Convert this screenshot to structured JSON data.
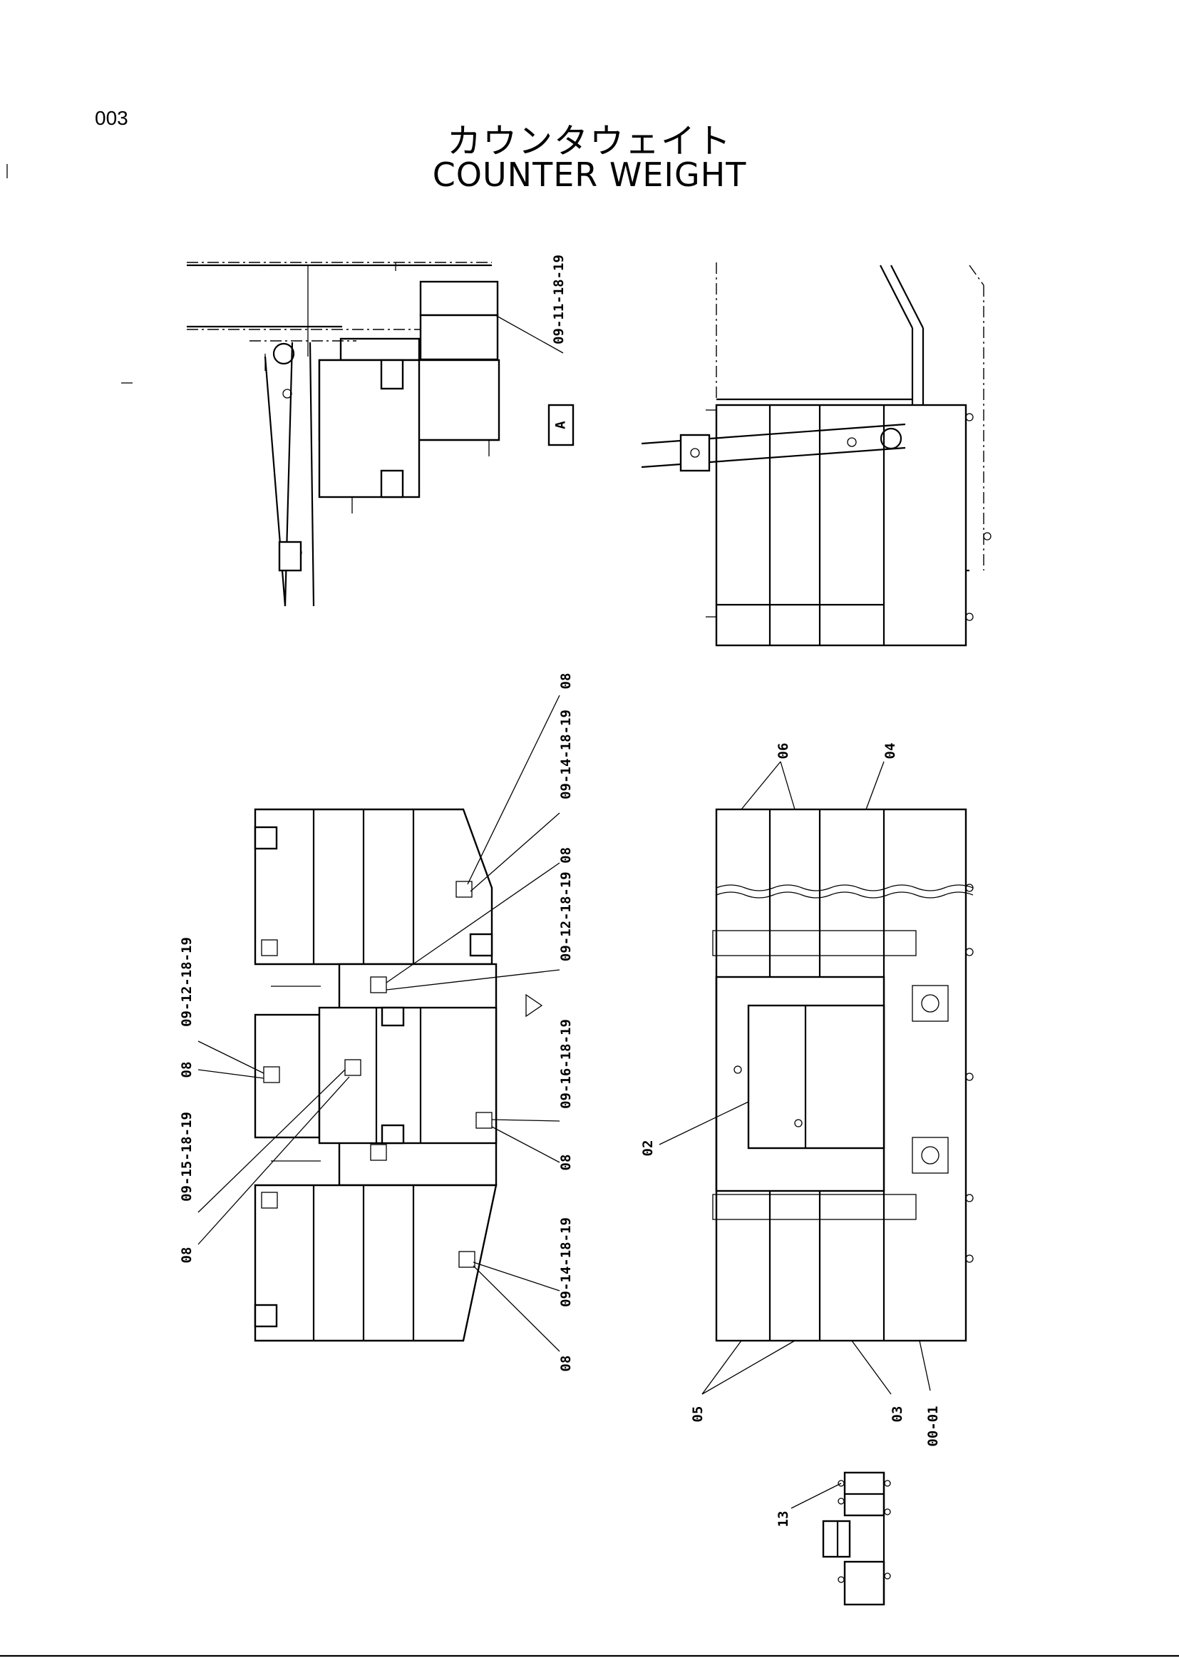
{
  "page_number": "003",
  "title_jp": "カウンタウェイト",
  "title_en": "COUNTER WEIGHT",
  "view_marker": "A",
  "callouts": {
    "top_left_09_11": "09-11-18-19",
    "mid_08_a": "08",
    "mid_09_14_a": "09-14-18-19",
    "mid_09_12_08": "09-12-18-19 08",
    "mid_09_12_b": "09-12-18-19",
    "mid_09_16": "09-16-18-19",
    "mid_08_c": "08",
    "mid_09_14_b": "09-14-18-19",
    "mid_08_d": "08",
    "left_09_12": "09-12-18-19",
    "left_08_a": "08",
    "left_09_15": "09-15-18-19",
    "left_08_b": "08",
    "right_06": "06",
    "right_04": "04",
    "right_02": "02",
    "right_05": "05",
    "right_03": "03",
    "right_00_01": "00-01",
    "small_13": "13"
  }
}
